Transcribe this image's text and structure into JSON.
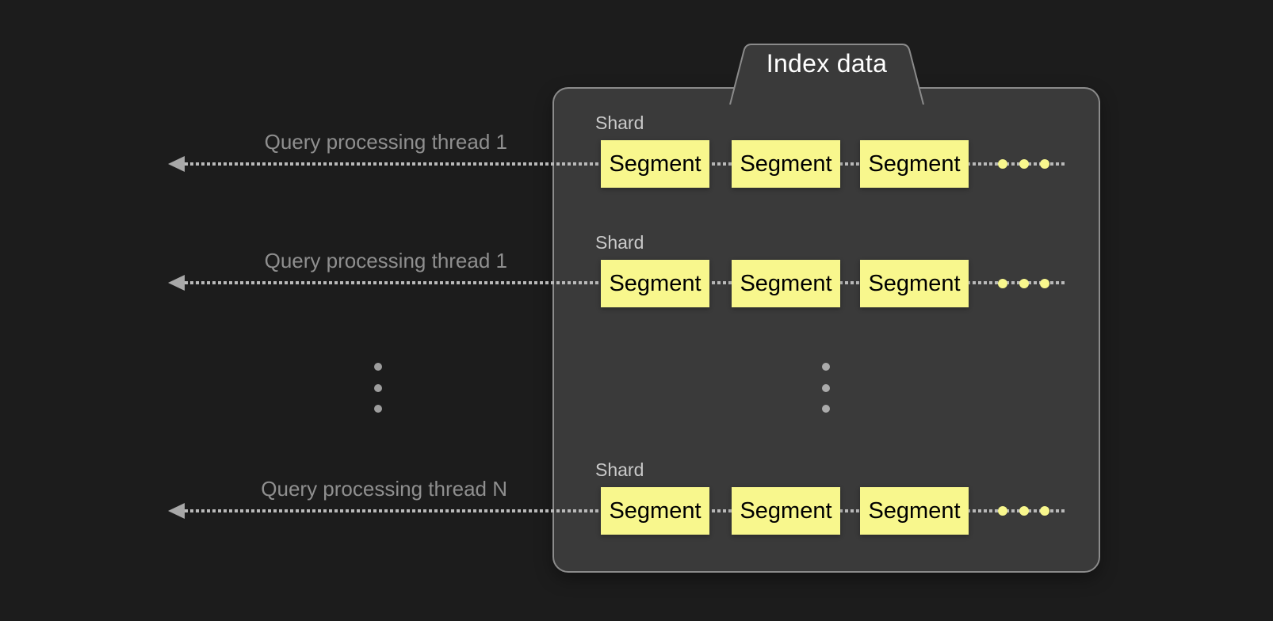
{
  "diagram": {
    "title": "Index data",
    "type": "architecture-diagram"
  },
  "threads": [
    {
      "label": "Query processing thread 1"
    },
    {
      "label": "Query processing thread 1"
    },
    {
      "label": "Query processing thread N"
    }
  ],
  "shards": [
    {
      "label": "Shard",
      "segments": [
        "Segment",
        "Segment",
        "Segment"
      ]
    },
    {
      "label": "Shard",
      "segments": [
        "Segment",
        "Segment",
        "Segment"
      ]
    },
    {
      "label": "Shard",
      "segments": [
        "Segment",
        "Segment",
        "Segment"
      ]
    }
  ],
  "icons": {
    "arrow_left": "left-arrowhead-with-dotted-line",
    "segment_ellipsis": "horizontal-yellow-dots",
    "more_rows_ellipsis": "vertical-gray-dots"
  },
  "colors": {
    "background": "#1c1c1c",
    "container_fill": "#3a3a3a",
    "container_border": "#8b8b8b",
    "shard_fill": "#6f6f6f",
    "shard_label_text": "#c9c9c9",
    "segment_fill": "#f8f78d",
    "segment_text": "#000000",
    "arrow": "#a8a8a8",
    "dotted_line": "#b9b9b9",
    "thread_label_text": "#8f8f8f",
    "title_text": "#ffffff"
  }
}
